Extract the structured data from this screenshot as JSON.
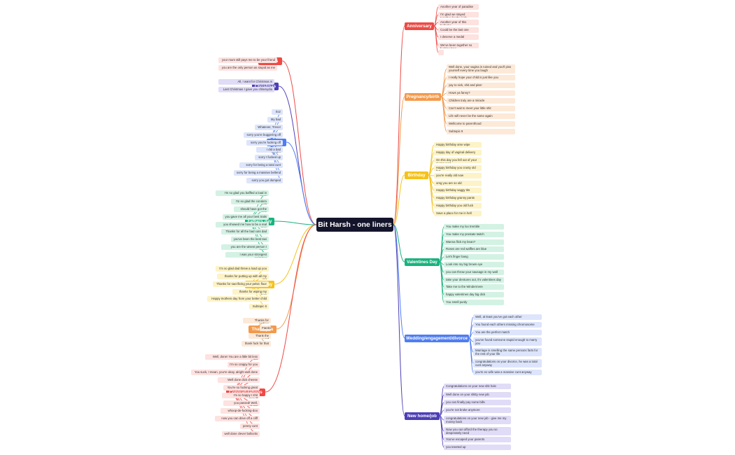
{
  "root": {
    "label": "Bit Harsh - one liners"
  },
  "branches": [
    {
      "label": "Anniversary",
      "color": "#ee4a45",
      "leaf_bg": "#fde2e0",
      "items": [
        "Another year of paradise",
        "I'm glad we stayed together for the kids",
        "Another year of this bollocks",
        "Could be the last one",
        "I deserve a medal",
        "We've been together so fucking long",
        ""
      ]
    },
    {
      "label": "Pregnancy/birth",
      "color": "#f29a4c",
      "leaf_bg": "#fde9d8",
      "items": [
        "Well done, your vagina is ruined and you'll piss yourself every time you laugh",
        "I really hope your child is just like you",
        "yay to sick, shit and piss!",
        "Hows ya fanny?",
        "Children truly are a miracle",
        "Can't wait to meet your little shit",
        "Life will never be the same again",
        "Wellcome to parenthood",
        "Subtopic 9"
      ]
    },
    {
      "label": "Birthday",
      "color": "#f4c21b",
      "leaf_bg": "#fdf3c7",
      "items": [
        "Happy birthday arse wipe",
        "Happy day of vaginal delivery",
        "On this day you fell out of your mums cunt",
        "Happy birthday you crusty old fart",
        "you're really old now",
        "omg you are so old",
        "Happy birthday saggy tits",
        "Happy birthday granny pants",
        "Happy birthday you old fuck",
        "Save a place for me in hell"
      ]
    },
    {
      "label": "Valentines Day",
      "color": "#19b37e",
      "leaf_bg": "#d3f2e4",
      "items": [
        "You make my loo tremble",
        "You make my prostate twitch",
        "Wanna flick my bean?",
        "Roses are red waffles are blue",
        "Let's finger bang",
        "Look into my big brown eye",
        "you can throw your sausage in my wall",
        "take your dentures out, it's valentines day",
        "Take me to the Windermere",
        "happy valentines day big dick",
        "You smell purdy"
      ]
    },
    {
      "label": "Wedding/engagement/divorce",
      "color": "#4f7df3",
      "leaf_bg": "#dde5fc",
      "items": [
        "Well, at least you've got each other",
        "You found each others missing chromosome",
        "You are the perfect match",
        "you've found someone stupid enough to marry you",
        "Marriage is smelling the same persons farts for the rest of your life",
        "congratulations on your divorce, he was a total cunt anyway",
        "you're ex wife was a massive cunt anyway"
      ]
    },
    {
      "label": "New home/job",
      "color": "#4d3fb5",
      "leaf_bg": "#e0dcf7",
      "items": [
        "Congratulations on your new shit hole",
        "Well done on your shitty new job",
        "you can finally pay some bills",
        "you're not broke anymore",
        "congratulations on your new job - give me my money back",
        "Now you can afford the therapy you so desperately need",
        "You've escaped your parents",
        "you teeeted up"
      ]
    },
    {
      "label": "Friends",
      "color": "#ee4a45",
      "leaf_bg": "#fde2e0",
      "items": [
        "your mum still pays me to be your friend",
        "you are the only person as stupid as me"
      ]
    },
    {
      "label": "Christmas",
      "color": "#4d3fb5",
      "leaf_bg": "#e0dcf7",
      "items": [
        "All, I want for Christmas is",
        "Last Christmas I gave you chlamydia"
      ]
    },
    {
      "label": "Sorry",
      "color": "#4f7df3",
      "leaf_bg": "#dde5fc",
      "items": [
        "Soz",
        "My bad",
        "Whatever, Trevor",
        "sorry you're buggering off",
        "sorry you're fucking off",
        "I did a bad murder",
        "sorry I fucked up",
        "sorry for being a total cunt",
        "sorry for being a massive bellend",
        "sorry you got dumped"
      ]
    },
    {
      "label": "Fathers day",
      "color": "#19b37e",
      "leaf_bg": "#d3f2e4",
      "items": [
        "I'm so glad you baffled a load in mum",
        "I'm so glad the condom split",
        "should have got the snip",
        "you gave me all your best traits",
        "you showed me how to be a real man",
        "Thanks for all the bad cuts dad",
        "you've been the best taxi",
        "you are the wisest person I know",
        "I was your strongest swimmer"
      ]
    },
    {
      "label": "Mothers day",
      "color": "#f4c21b",
      "leaf_bg": "#fdf3c7",
      "items": [
        "I'm so glad dad threw a load up you",
        "thanks for putting up with all my shit",
        "Thanks for sacrificing your pelvic floor",
        "thanks for wiping my bum",
        "Happy mothers day from your better child",
        "Subtopic 6"
      ]
    },
    {
      "label": "Thank you",
      "color": "#f29a4c",
      "leaf_bg": "#fde9d8",
      "items": [
        "Thanks for nothing",
        "Ftanks",
        "Thank the Lord",
        "thank fuck for that"
      ]
    },
    {
      "label": "Congratulations",
      "color": "#ee4a45",
      "leaf_bg": "#fde2e0",
      "items": [
        "Well, done! You are a little bit less shit",
        "I'm so crappy for you",
        "You suck, I mean, you're okay, alright well done",
        "Well done dick cheese",
        "You're so fucking great",
        "I'm so happy I shit myself",
        "you passed! Well, what?!",
        "whoop-de-fucking-doo",
        "now you can drive off a cliff",
        "penny cunt",
        "well done clever bollocks"
      ]
    }
  ]
}
